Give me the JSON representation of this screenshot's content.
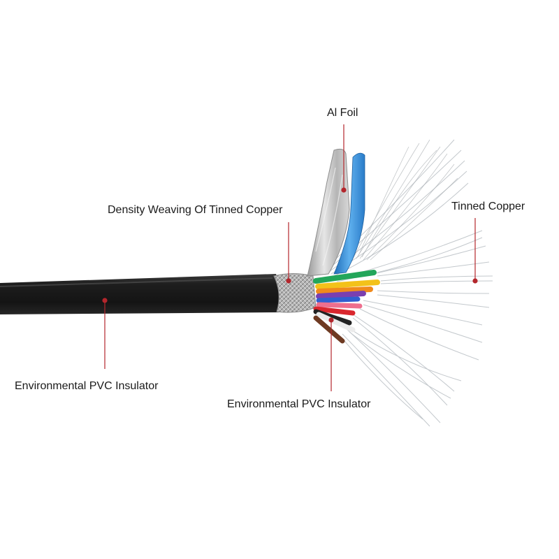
{
  "labels": {
    "al_foil": "Al Foil",
    "density_weaving": "Density Weaving Of Tinned Copper",
    "tinned_copper": "Tinned Copper",
    "pvc_jacket": "Environmental PVC Insulator",
    "pvc_core": "Environmental PVC Insulator"
  },
  "colors": {
    "jacket": "#1b1b1b",
    "leader_line": "#b3262c",
    "foil": "#c9c9c9",
    "blue_wrap": "#3d8fd6",
    "core_green": "#23a65a",
    "core_yellow": "#f3c21a",
    "core_orange": "#f08a1c",
    "core_blue": "#2f5fd0",
    "core_purple": "#7a3fb0",
    "core_pink": "#ee6f8e",
    "core_red": "#d9272e",
    "core_black": "#222222",
    "core_white": "#f4f4f4",
    "core_brown": "#6e3a22",
    "copper_strand": "#b9bfc4"
  }
}
